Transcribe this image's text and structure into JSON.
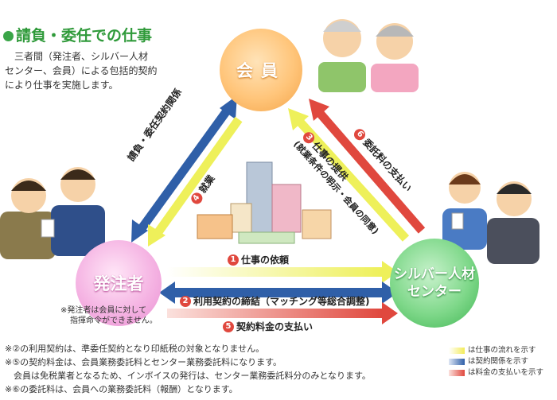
{
  "title": "請負・委任での仕事",
  "intro": [
    "三者間（発注者、シルバー人材",
    "センター、会員）による包括的契約",
    "により仕事を実施します。"
  ],
  "nodes": {
    "member": "会員",
    "client": "発注者",
    "center_line1": "シルバー人材",
    "center_line2": "センター"
  },
  "client_note": [
    "※発注者は会員に対して",
    "指揮命令ができません。"
  ],
  "flows": [
    {
      "num": "1",
      "text": "仕事の依頼"
    },
    {
      "num": "2",
      "text": "利用契約の締結（マッチング等総合調整)"
    },
    {
      "num": "3",
      "text": "仕事の提供",
      "sub": "(就業条件の明示・会員の同意)"
    },
    {
      "num": "4",
      "text": "就業"
    },
    {
      "num": "5",
      "text": "契約料金の支払い"
    },
    {
      "num": "6",
      "text": "委託料の支払い"
    }
  ],
  "contract_label": "請負・委任契約関係",
  "notes": [
    "※②の利用契約は、準委任契約となり印紙税の対象となりません。",
    "※⑤の契約料金は、会員業務委託料とセンター業務委託料になります。",
    "　会員は免税業者となるため、インボイスの発行は、センター業務委託料分のみとなります。",
    "※⑥の委託料は、会員への業務委託料（報酬）となります。"
  ],
  "legend": [
    {
      "text": "は仕事の流れを示す",
      "color": "#f3ec5a"
    },
    {
      "text": "は契約関係を示す",
      "color": "#2f5fa8"
    },
    {
      "text": "は料金の支払いを示す",
      "color": "#e0483e"
    }
  ],
  "colors": {
    "work": "#eef05a",
    "contract": "#2f5fa8",
    "payment": "#e0483e"
  }
}
